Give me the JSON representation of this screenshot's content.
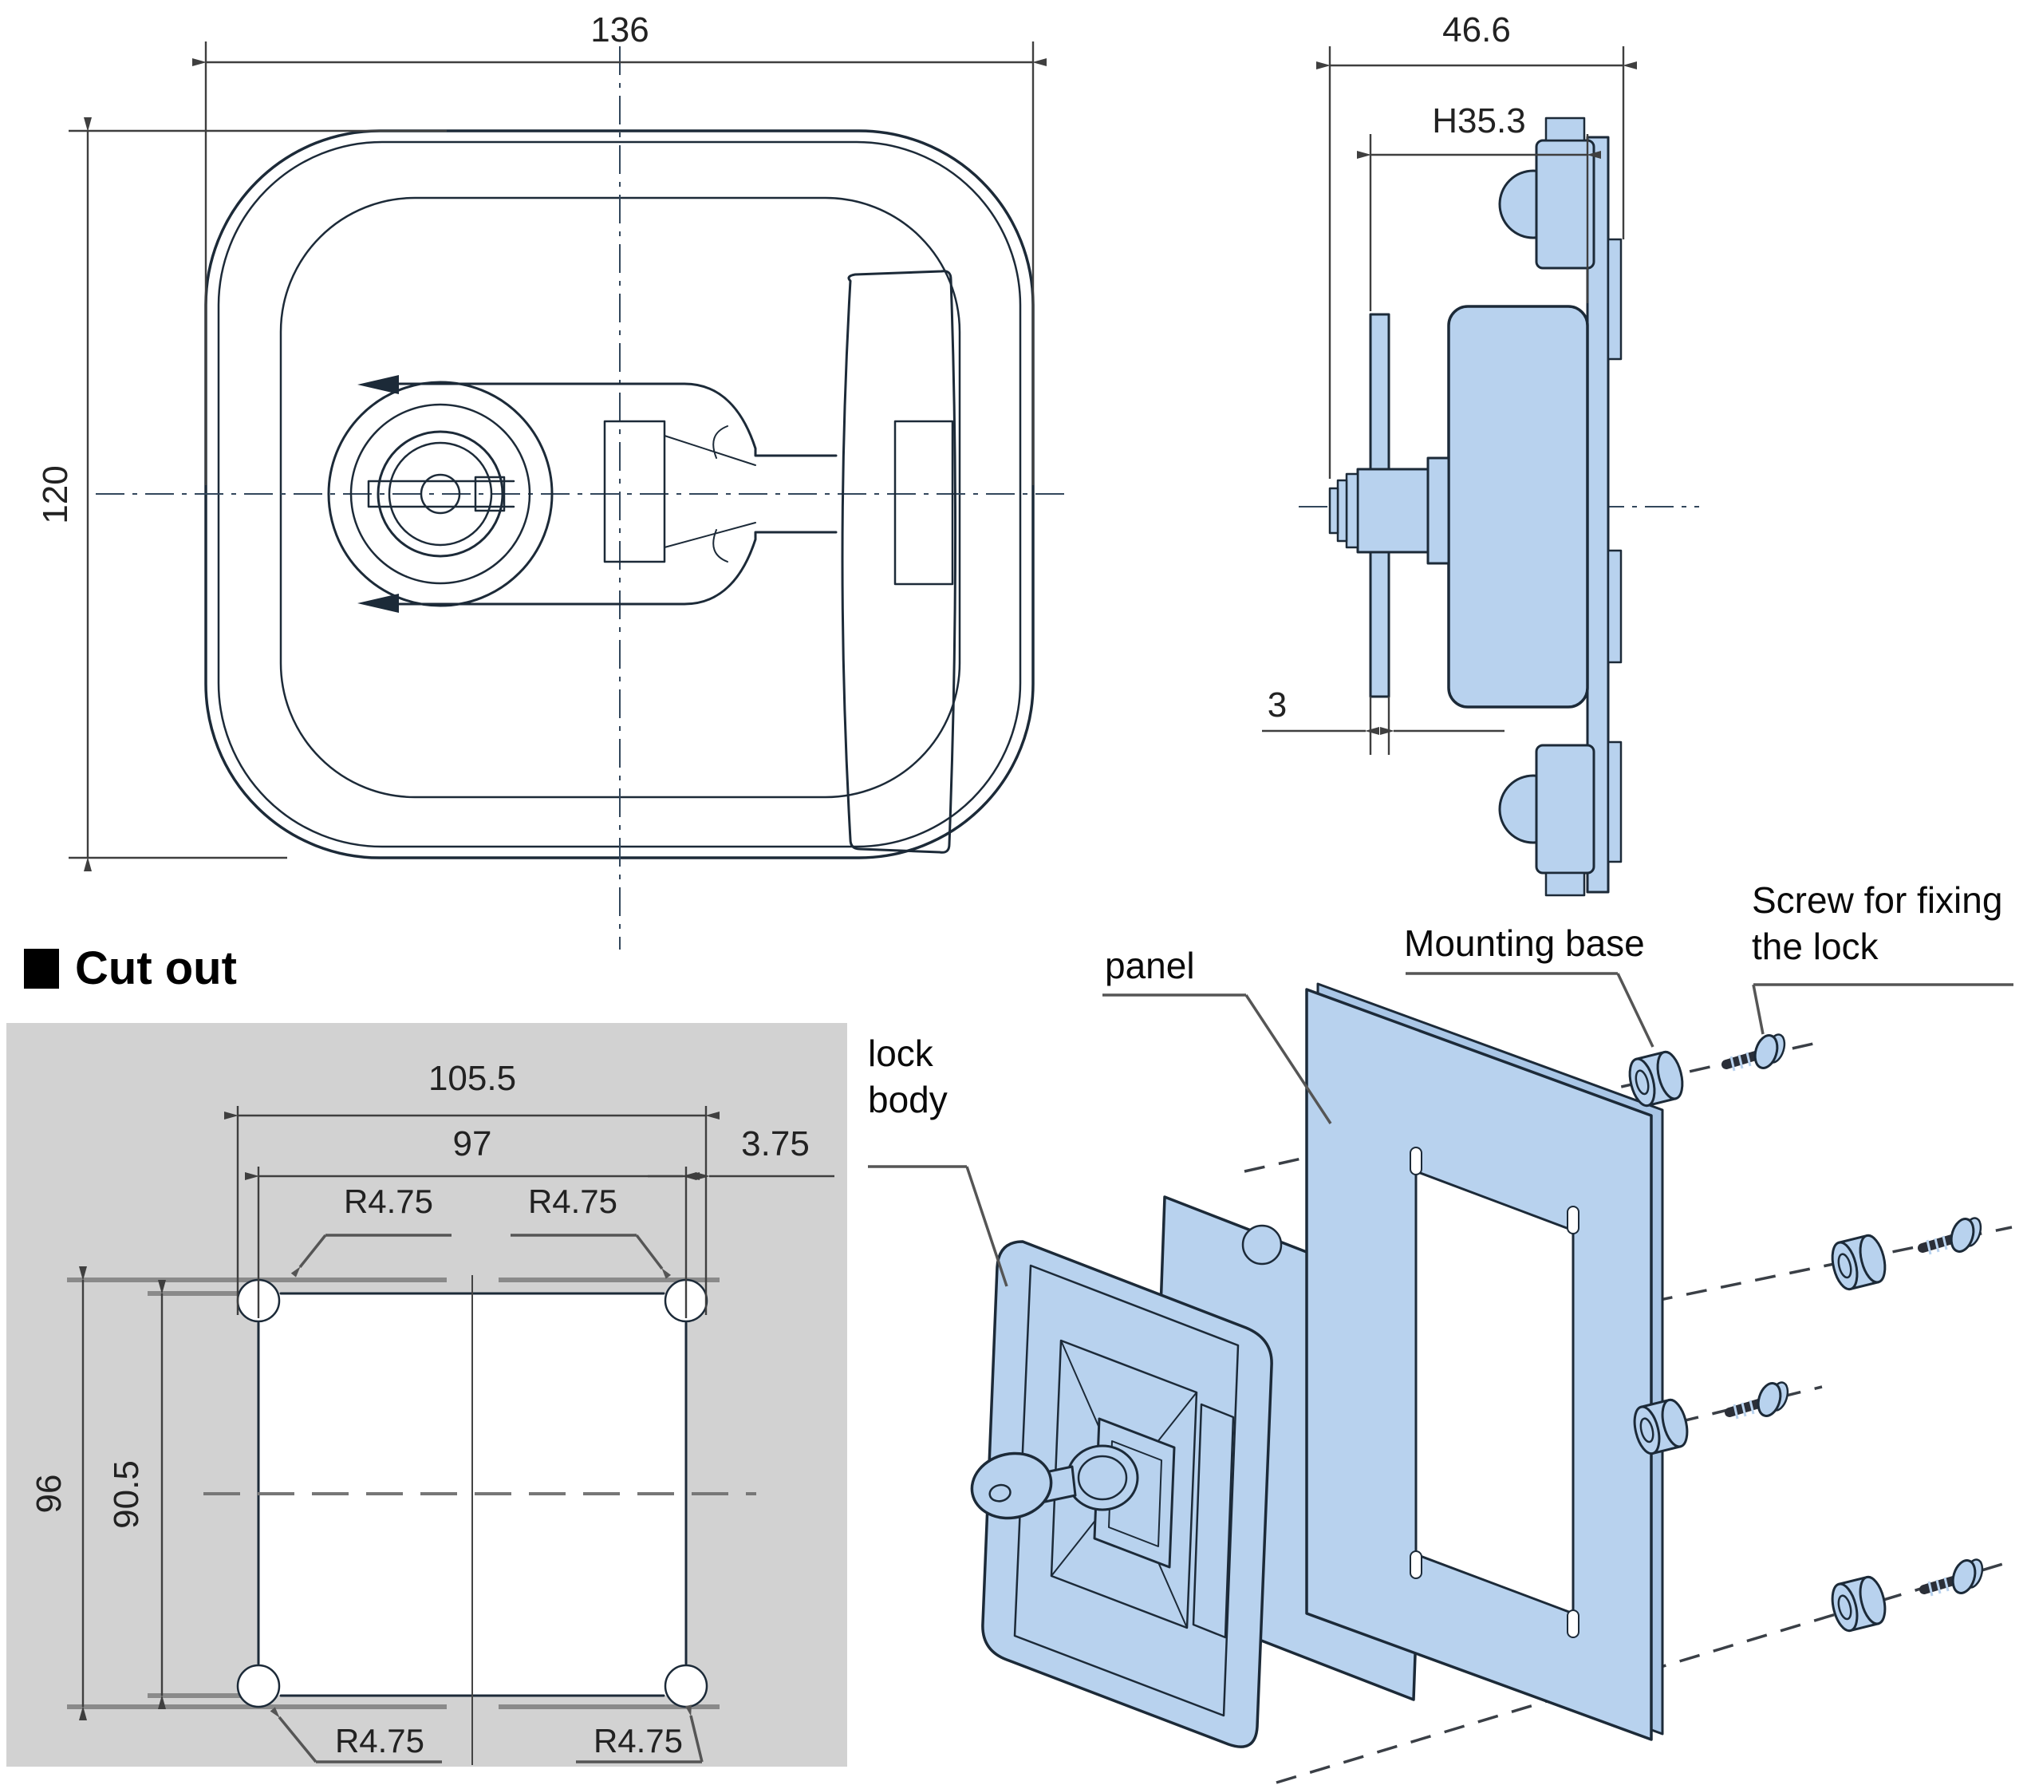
{
  "front_view": {
    "dim_width": "136",
    "dim_height": "120"
  },
  "side_view": {
    "dim_overall_depth": "46.6",
    "dim_handle_depth": "H35.3",
    "dim_panel_thickness": "3"
  },
  "cutout": {
    "section_title": "Cut out",
    "dim_width_overall": "105.5",
    "dim_width_inner": "97",
    "dim_corner_offset": "3.75",
    "dim_height_overall": "96",
    "dim_height_inner": "90.5",
    "radius_top_left": "R4.75",
    "radius_top_right": "R4.75",
    "radius_bottom_left": "R4.75",
    "radius_bottom_right": "R4.75"
  },
  "exploded_view": {
    "label_lock_body": "lock body",
    "label_panel": "panel",
    "label_mounting_base": "Mounting base",
    "label_screw": "Screw for fixing the lock"
  },
  "colors": {
    "part_fill": "#b8d2ee",
    "part_fill_shade": "#a9c6e6",
    "outline": "#1c2a38",
    "dim_line": "#3f3f3f",
    "heavy_gray": "#8a8a8a",
    "cutout_bg": "#d2d2d2",
    "screw_dark": "#2b2f38"
  }
}
